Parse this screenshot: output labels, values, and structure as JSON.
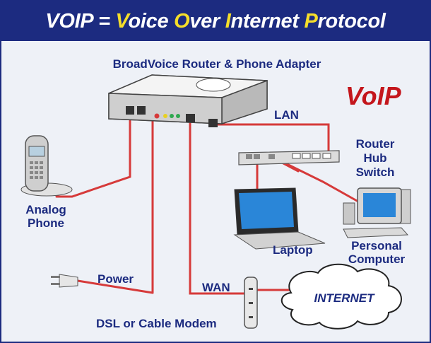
{
  "title": {
    "part1": "VOIP = ",
    "v": "V",
    "part2": "oice ",
    "o": "O",
    "part3": "ver ",
    "i": "I",
    "part4": "nternet ",
    "p": "P",
    "part5": "rotocol"
  },
  "labels": {
    "router_adapter": "BroadVoice Router & Phone Adapter",
    "voip_brand": "VoIP",
    "lan": "LAN",
    "hub_line1": "Router",
    "hub_line2": "Hub",
    "hub_line3": "Switch",
    "analog_line1": "Analog",
    "analog_line2": "Phone",
    "laptop": "Laptop",
    "pc_line1": "Personal",
    "pc_line2": "Computer",
    "power": "Power",
    "wan": "WAN",
    "internet": "INTERNET",
    "modem": "DSL or Cable Modem"
  },
  "colors": {
    "title_bg": "#1c2b80",
    "title_text": "#ffffff",
    "title_highlight": "#f5de2a",
    "label_text": "#1c2b80",
    "brand_red": "#c4161c",
    "cable_red": "#d63a3a"
  },
  "icons": [
    "router-adapter-icon",
    "analog-phone-icon",
    "hub-switch-icon",
    "laptop-icon",
    "desktop-computer-icon",
    "power-plug-icon",
    "modem-icon",
    "internet-cloud-icon"
  ]
}
